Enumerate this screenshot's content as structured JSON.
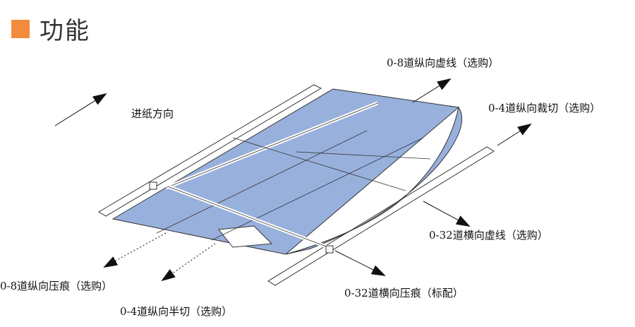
{
  "header": {
    "title": "功能",
    "accent_color": "#f28c3c"
  },
  "diagram": {
    "paper_color": "#98b0dc",
    "feed_direction_label": "进纸方向",
    "labels": {
      "long_dotted": "0-8道纵向虚线（选购）",
      "long_cut": "0-4道纵向裁切（选购）",
      "cross_dotted": "0-32道横向虚线（选购）",
      "cross_crease": "0-32道横向压痕（标配）",
      "long_crease": "0-8道纵向压痕（选购）",
      "long_half_cut": "0-4道纵向半切（选购）"
    }
  }
}
